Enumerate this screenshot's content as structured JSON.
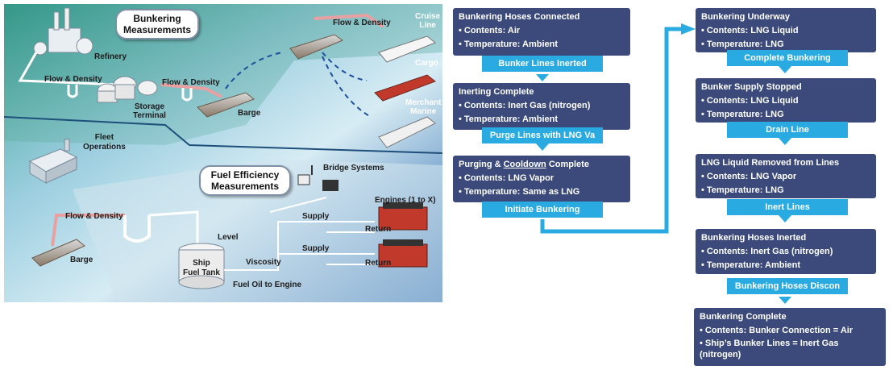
{
  "diagram": {
    "measurements_title": [
      "Bunkering",
      "Measurements"
    ],
    "fuel_title": [
      "Fuel Efficiency",
      "Measurements"
    ],
    "labels": {
      "refinery": "Refinery",
      "flow_density_1": "Flow & Density",
      "flow_density_2": "Flow & Density",
      "flow_density_3": "Flow & Density",
      "flow_density_4": "Flow & Density",
      "storage_terminal": [
        "Storage",
        "Terminal"
      ],
      "barge_top": "Barge",
      "barge_bottom": "Barge",
      "cruise_line": [
        "Cruise",
        "Line"
      ],
      "cargo": "Cargo",
      "merchant_marine": [
        "Merchant",
        "Marine"
      ],
      "fleet_operations": [
        "Fleet",
        "Operations"
      ],
      "bridge_systems": "Bridge Systems",
      "engines": "Engines (1 to X)",
      "supply_1": "Supply",
      "supply_2": "Supply",
      "return_1": "Return",
      "return_2": "Return",
      "level": "Level",
      "viscosity": "Viscosity",
      "ship_fuel_tank": [
        "Ship",
        "Fuel Tank"
      ],
      "fuel_oil_to_engine": "Fuel Oil to Engine"
    }
  },
  "flow": {
    "col1": [
      {
        "title": "Bunkering Hoses Connected",
        "bullets": [
          "• Contents: Air",
          "• Temperature: Ambient"
        ],
        "step": "Bunker Lines Inerted"
      },
      {
        "title": "Inerting Complete",
        "bullets": [
          "• Contents: Inert Gas (nitrogen)",
          "• Temperature: Ambient"
        ],
        "step": "Purge Lines with LNG Va"
      },
      {
        "title_a": "Purging & ",
        "title_b": "Cooldown",
        "title_c": " Complete",
        "bullets": [
          "• Contents: LNG Vapor",
          "• Temperature: Same as LNG"
        ],
        "step": "Initiate Bunkering"
      }
    ],
    "col2": [
      {
        "title": "Bunkering Underway",
        "bullets": [
          "• Contents: LNG Liquid",
          "• Temperature: LNG"
        ],
        "step": "Complete Bunkering"
      },
      {
        "title": "Bunker Supply Stopped",
        "bullets": [
          "• Contents: LNG Liquid",
          "• Temperature: LNG"
        ],
        "step": "Drain Line"
      },
      {
        "title": "LNG Liquid Removed from Lines",
        "bullets": [
          "• Contents: LNG Vapor",
          "• Temperature: LNG"
        ],
        "step": "Inert Lines"
      },
      {
        "title": "Bunkering Hoses Inerted",
        "bullets": [
          "• Contents: Inert Gas (nitrogen)",
          "• Temperature: Ambient"
        ],
        "step": "Bunkering Hoses Discon"
      },
      {
        "title": "Bunkering Complete",
        "bullets": [
          "• Contents: Bunker Connection = Air",
          "• Ship’s Bunker Lines = Inert Gas",
          "(nitrogen)"
        ]
      }
    ],
    "colors": {
      "box": "#3b4a7a",
      "step": "#29abe2",
      "arrow": "#29abe2"
    }
  }
}
